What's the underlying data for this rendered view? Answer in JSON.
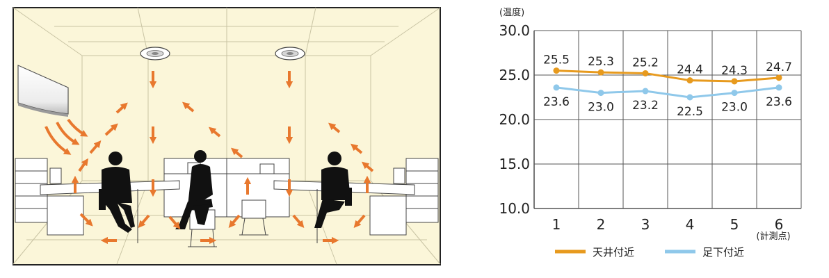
{
  "colors": {
    "room_bg": "#fbf6d9",
    "room_line": "#c9c4a4",
    "arrow": "#e8782e",
    "ceiling_series": "#e79a1e",
    "floor_series": "#8fc8ea",
    "grid": "#555555",
    "text": "#222222"
  },
  "icons": [
    "air-conditioner-icon",
    "ceiling-vent-icon",
    "person-silhouette-icon",
    "airflow-arrow-icon"
  ],
  "chart_data": {
    "type": "line",
    "ylabel": "(温度)",
    "xlabel": "(計測点)",
    "categories": [
      "1",
      "2",
      "3",
      "4",
      "5",
      "6"
    ],
    "ylim": [
      10.0,
      30.0
    ],
    "yticks": [
      "10.0",
      "15.0",
      "20.0",
      "25.0",
      "30.0"
    ],
    "grid": true,
    "legend_position": "bottom",
    "series": [
      {
        "name": "天井付近",
        "color": "#e79a1e",
        "values": [
          25.5,
          25.3,
          25.2,
          24.4,
          24.3,
          24.7
        ],
        "labels": [
          "25.5",
          "25.3",
          "25.2",
          "24.4",
          "24.3",
          "24.7"
        ]
      },
      {
        "name": "足下付近",
        "color": "#8fc8ea",
        "values": [
          23.6,
          23.0,
          23.2,
          22.5,
          23.0,
          23.6
        ],
        "labels": [
          "23.6",
          "23.0",
          "23.2",
          "22.5",
          "23.0",
          "23.6"
        ]
      }
    ]
  }
}
